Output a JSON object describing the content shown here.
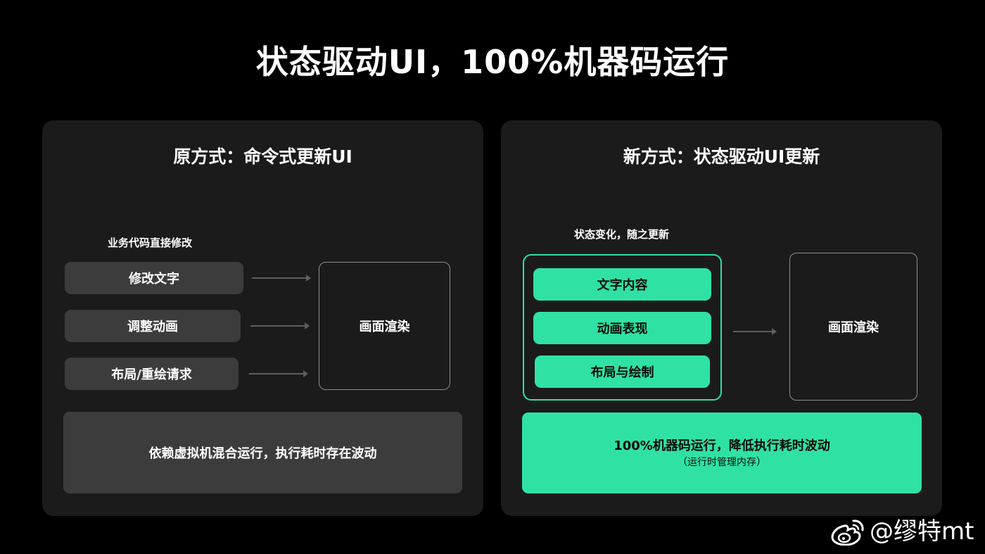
{
  "title": "状态驱动UI，100%机器码运行",
  "left_panel": {
    "title": "原方式：命令式更新UI",
    "caption": "业务代码直接修改",
    "buttons": [
      "修改文字",
      "调整动画",
      "布局/重绘请求"
    ],
    "render_box": "画面渲染",
    "bottom_text": "依赖虚拟机混合运行，执行耗时存在波动"
  },
  "right_panel": {
    "title": "新方式：状态驱动UI更新",
    "caption": "状态变化，随之更新",
    "state_items": [
      "文字内容",
      "动画表现",
      "布局与绘制"
    ],
    "render_box": "画面渲染",
    "bottom_text": "100%机器码运行，降低执行耗时波动",
    "bottom_subtext": "（运行时管理内存）"
  },
  "watermark": {
    "handle": "@缪特mt",
    "icon": "weibo-icon"
  },
  "colors": {
    "background": "#000000",
    "panel": "#1b1b1b",
    "gray_button": "#3c3c3c",
    "accent_green": "#2fe2a4",
    "render_border": "#8e8e8e",
    "arrow": "#5e5e5e"
  }
}
